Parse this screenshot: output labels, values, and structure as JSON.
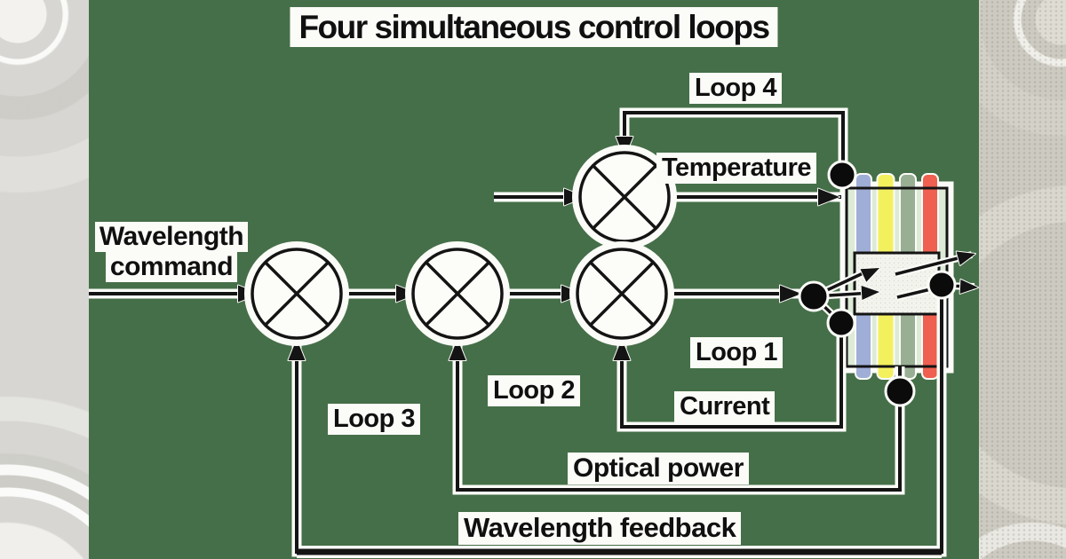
{
  "title": "Four simultaneous control loops",
  "labels": {
    "loop1": "Loop 1",
    "loop2": "Loop 2",
    "loop3": "Loop 3",
    "loop4": "Loop 4",
    "temperature": "Temperature",
    "current": "Current",
    "optical_power": "Optical power",
    "wavelength_feedback": "Wavelength feedback",
    "wavelength_command_line1": "Wavelength",
    "wavelength_command_line2": "command"
  },
  "loops": [
    {
      "name": "Loop 1",
      "signal": "Current"
    },
    {
      "name": "Loop 2",
      "signal": "Optical power"
    },
    {
      "name": "Loop 3",
      "signal": "Wavelength feedback"
    },
    {
      "name": "Loop 4",
      "signal": "Temperature"
    }
  ],
  "colors": {
    "canvas_green": "#456F48",
    "side_band_left": "#D7D6D2",
    "side_band_right": "#CDCBC1",
    "line_black": "#141414",
    "halo_white": "#FBFBF8",
    "module_body_green": "#DCEAD6",
    "stripe_blue": "#9FAED6",
    "stripe_yellow": "#F3F05E",
    "stripe_green": "#99AF94",
    "stripe_red": "#EF6050"
  }
}
